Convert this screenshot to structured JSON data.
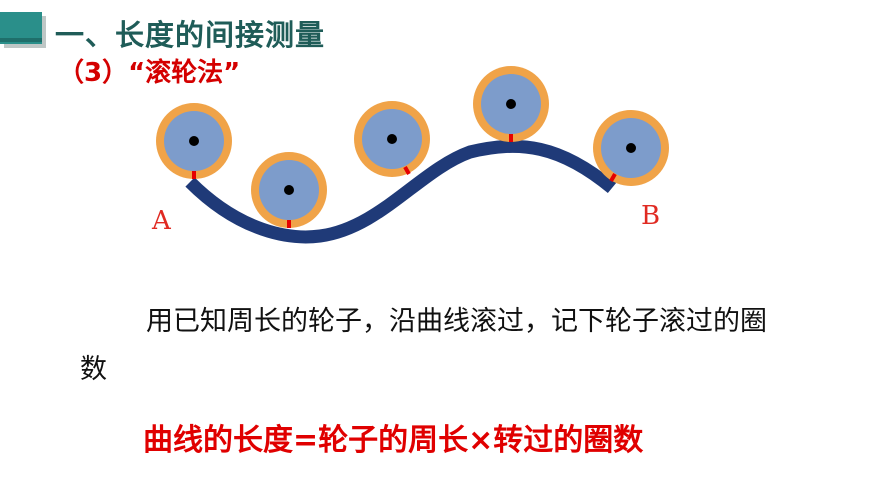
{
  "header": {
    "title": "一、长度的间接测量",
    "subtitle": "（3）“滚轮法”"
  },
  "figure": {
    "label_start": "A",
    "label_end": "B",
    "colors": {
      "curve": "#1f3a78",
      "wheel_rim": "#f0a348",
      "wheel_face": "#7d9ccb",
      "axle": "#000000",
      "contact_mark": "#e60000",
      "label": "#e02a22"
    }
  },
  "body": {
    "description": "用已知周长的轮子，沿曲线滚过，记下轮子滚过的圈数",
    "formula": "曲线的长度=轮子的周长×转过的圈数"
  },
  "colors": {
    "title": "#1f5c58",
    "accent_red": "#d40000",
    "deco_square": "#2a8f8a"
  }
}
